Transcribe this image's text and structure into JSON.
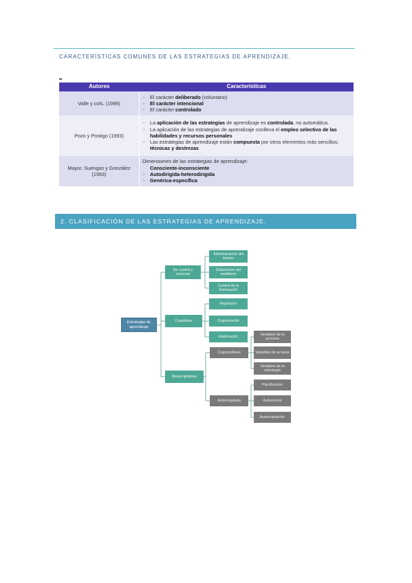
{
  "section1": {
    "title": "CARACTERÍSTICAS COMUNES DE LAS ESTRATEGIAS DE APRENDIZAJE."
  },
  "table": {
    "headers": [
      "Autores",
      "Características"
    ],
    "rows": [
      {
        "author": "Valle y cols. (1999)",
        "r1_l1_a": "El carácter ",
        "r1_l1_b": "deliberado",
        "r1_l1_c": " (voluntario)",
        "r1_l2": "El carácter intencional",
        "r1_l3_a": "El carácter ",
        "r1_l3_b": "controlado"
      },
      {
        "author": "Pozo y Postigo (1993)",
        "r2_l1_a": "La ",
        "r2_l1_b": "aplicación de las estrategias",
        "r2_l1_c": " de aprendizaje es ",
        "r2_l1_d": "controlada",
        "r2_l1_e": ", no automática.",
        "r2_l2_a": "La aplicación de las estrategias de aprendizaje conlleva el ",
        "r2_l2_b": "empleo selectivo de las habilidades y recursos personales",
        "r2_l3_a": "Las estrategias de aprendizaje están ",
        "r2_l3_b": "compuesta",
        "r2_l3_c": " por otros elementos más sencillos: ",
        "r2_l3_d": "técnicas y destrezas"
      },
      {
        "author": "Mayor, Suengas y González (1993)",
        "r3_l0": "Dimensiones de las estrategias de aprendizaje:",
        "r3_l1": "Consciente-inconsciente",
        "r3_l2": "Autodirigida-heterodirigida",
        "r3_l3": "Genérica-específica"
      }
    ]
  },
  "section2": {
    "title": "2. CLASIFICACIÓN DE LAS ESTRATEGIAS DE APRENDIZAJE."
  },
  "diagram": {
    "root": "Estrategias de aprendizaje",
    "level1": [
      "De control y recursos",
      "Cognitivas",
      "Metacognitivas"
    ],
    "control_children": [
      "Administración del tiempo",
      "Disposición del mobiliario",
      "Control de la iluminación"
    ],
    "cognitive_children": [
      "Repetición",
      "Organización",
      "Elaboración"
    ],
    "meta_children": [
      "Cognoscitivas",
      "Autorregulada"
    ],
    "cognoscitivas_children": [
      "Variables de la persona",
      "Variables de la tarea",
      "Variables de la estrategia"
    ],
    "autorregulada_children": [
      "Planificación",
      "Autocontrol",
      "Autoevaluación"
    ],
    "colors": {
      "teal": "#4da896",
      "gray": "#7a7a7a",
      "root": "#4f86a6",
      "line": "#5a9a90"
    }
  }
}
